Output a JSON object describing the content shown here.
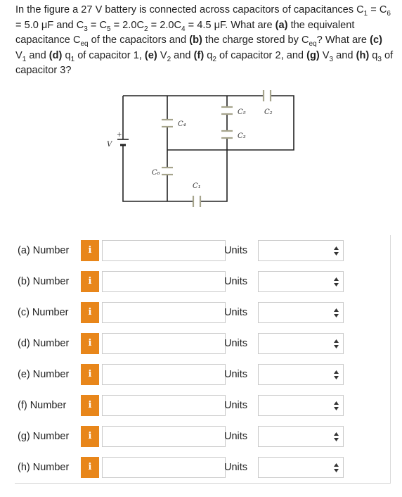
{
  "question": {
    "p1": "In the figure a 27 V battery is connected across capacitors of capacitances C",
    "s1": "1",
    "p2": " = C",
    "s2": "6",
    "p3": " = 5.0 μF and C",
    "s3": "3",
    "p4": " = C",
    "s4": "5",
    "p5": " = 2.0C",
    "s5": "2",
    "p6": " = 2.0C",
    "s6": "4",
    "p7": " = 4.5 μF. What are ",
    "a": "(a)",
    "p8": " the equivalent capacitance C",
    "s7": "eq",
    "p9": " of the capacitors and ",
    "b": "(b)",
    "p10": " the charge stored by C",
    "s8": "eq",
    "p11": "? What are ",
    "c": "(c)",
    "p12": " V",
    "s9": "1",
    "p13": " and ",
    "d": "(d)",
    "p14": " q",
    "s10": "1",
    "p15": " of capacitor 1, ",
    "e": "(e)",
    "p16": " V",
    "s11": "2",
    "p17": " and ",
    "f": "(f)",
    "p18": " q",
    "s12": "2",
    "p19": " of capacitor 2, and ",
    "g": "(g)",
    "p20": " V",
    "s13": "3",
    "p21": " and ",
    "h": "(h)",
    "p22": " q",
    "s14": "3",
    "p23": " of capacitor 3?"
  },
  "figure": {
    "battery_label": "V",
    "plus": "+",
    "c1": "C₁",
    "c2": "C₂",
    "c3": "C₃",
    "c4": "C₄",
    "c5": "C₅",
    "c6": "C₆"
  },
  "answers": {
    "info_glyph": "i",
    "units_label": "Units",
    "rows": [
      {
        "label": "(a) Number",
        "value": "",
        "unit": ""
      },
      {
        "label": "(b) Number",
        "value": "",
        "unit": ""
      },
      {
        "label": "(c) Number",
        "value": "",
        "unit": ""
      },
      {
        "label": "(d) Number",
        "value": "",
        "unit": ""
      },
      {
        "label": "(e) Number",
        "value": "",
        "unit": ""
      },
      {
        "label": "(f) Number",
        "value": "",
        "unit": ""
      },
      {
        "label": "(g) Number",
        "value": "",
        "unit": ""
      },
      {
        "label": "(h) Number",
        "value": "",
        "unit": ""
      }
    ]
  },
  "colors": {
    "info_button": "#e8861a",
    "capacitor_plate": "#a6a48c"
  }
}
